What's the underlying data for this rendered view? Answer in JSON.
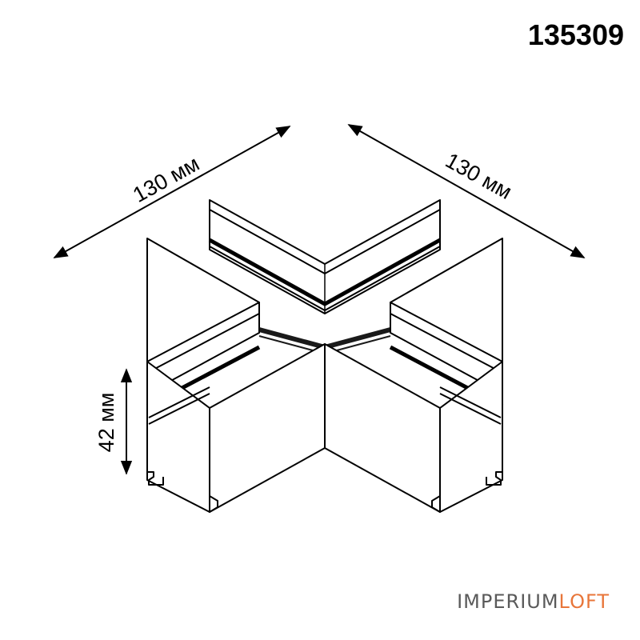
{
  "product": {
    "model_number": "135309"
  },
  "dimensions": {
    "width_left": "130 мм",
    "width_right": "130 мм",
    "height": "42 мм"
  },
  "branding": {
    "brand_part1": "IMPERIUM",
    "brand_part2": "LOFT",
    "brand_color_main": "#5a5a5a",
    "brand_color_accent": "#e8763a"
  },
  "colors": {
    "line": "#000000",
    "background": "#ffffff",
    "channel_dark": "#1a1a1a"
  }
}
